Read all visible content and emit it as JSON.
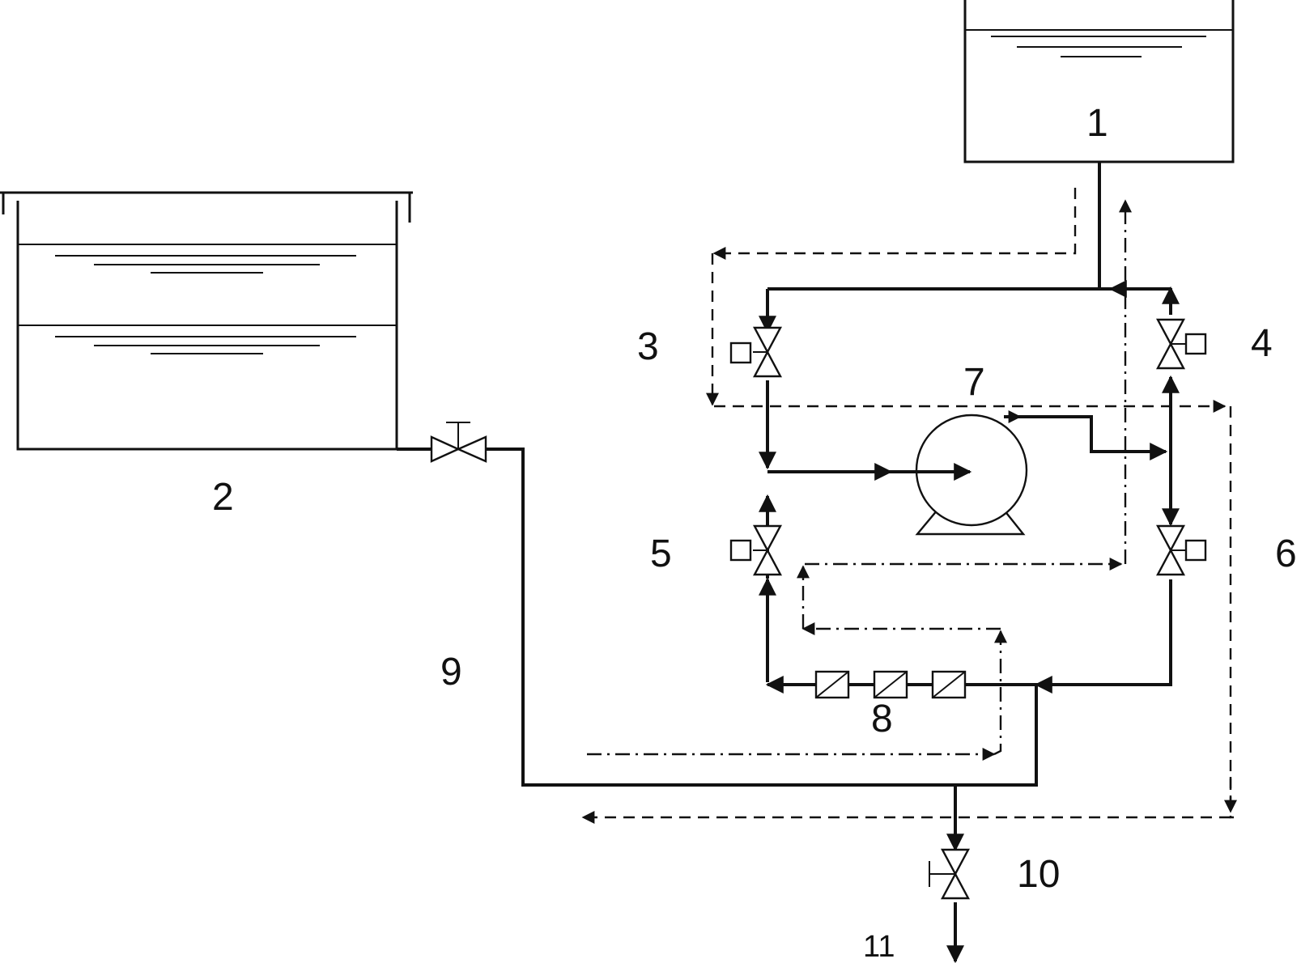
{
  "labels": {
    "tank_upper": "1",
    "tank_lower": "2",
    "valve_3": "3",
    "valve_4": "4",
    "valve_5": "5",
    "valve_6": "6",
    "pump": "7",
    "filters": "8",
    "pipe_9": "9",
    "valve_10": "10",
    "outlet_11": "11"
  }
}
